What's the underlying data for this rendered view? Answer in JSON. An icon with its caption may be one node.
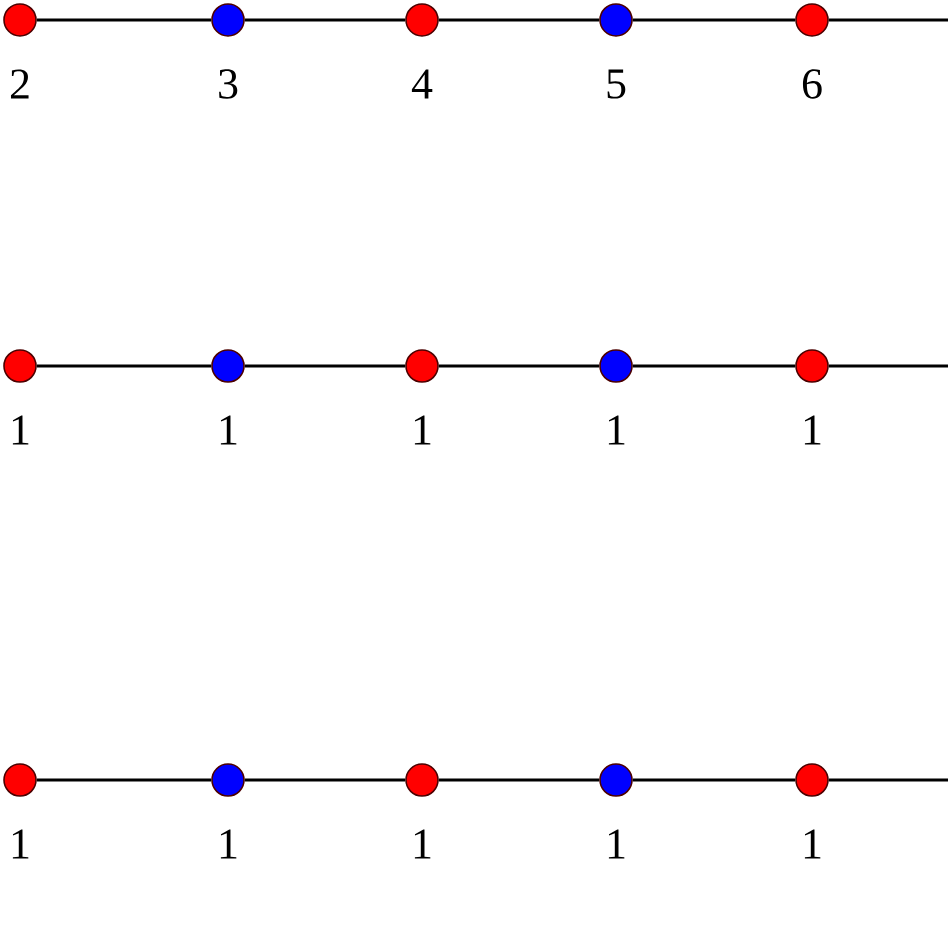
{
  "diagram": {
    "nodes": [
      {
        "text": [],
        "shape": "circle",
        "beside": [
          "2"
        ]
      },
      {
        "text": [],
        "shape": "circle",
        "beside": [
          "3"
        ]
      },
      {
        "text": [],
        "shape": "circle",
        "beside": [
          "4"
        ]
      },
      {
        "text": [],
        "shape": "circle",
        "beside": [
          "5"
        ]
      },
      {
        "text": [],
        "shape": "circle",
        "beside": [
          "6"
        ]
      },
      {
        "text": [],
        "shape": "circle",
        "beside": [
          "1"
        ]
      },
      {
        "text": [],
        "shape": "circle",
        "beside": [
          "1"
        ]
      },
      {
        "text": [],
        "shape": "circle",
        "beside": [
          "1"
        ]
      },
      {
        "text": [],
        "shape": "circle",
        "beside": [
          "1"
        ]
      },
      {
        "text": [],
        "shape": "circle",
        "beside": [
          "1"
        ]
      },
      {
        "text": [],
        "shape": "circle",
        "beside": [
          "1"
        ]
      },
      {
        "text": [],
        "shape": "circle",
        "beside": [
          "1"
        ]
      },
      {
        "text": [],
        "shape": "circle",
        "beside": [
          "1"
        ]
      },
      {
        "text": [],
        "shape": "circle",
        "beside": [
          "1"
        ]
      },
      {
        "text": [],
        "shape": "circle",
        "beside": [
          "1"
        ]
      }
    ],
    "edges": [
      {
        "from": 0,
        "to": 1,
        "arrow": "none"
      },
      {
        "from": 1,
        "to": 2,
        "arrow": "none"
      },
      {
        "from": 2,
        "to": 3,
        "arrow": "none"
      },
      {
        "from": 3,
        "to": 4,
        "arrow": "none"
      },
      {
        "from": 4,
        "to": null,
        "arrow": "none"
      },
      {
        "from": 5,
        "to": 6,
        "arrow": "none"
      },
      {
        "from": 6,
        "to": 7,
        "arrow": "none"
      },
      {
        "from": 7,
        "to": 8,
        "arrow": "none"
      },
      {
        "from": 8,
        "to": 9,
        "arrow": "none"
      },
      {
        "from": 9,
        "to": null,
        "arrow": "none"
      },
      {
        "from": 10,
        "to": 11,
        "arrow": "none"
      },
      {
        "from": 11,
        "to": 12,
        "arrow": "none"
      },
      {
        "from": 12,
        "to": 13,
        "arrow": "none"
      },
      {
        "from": 13,
        "to": 14,
        "arrow": "none"
      },
      {
        "from": 14,
        "to": null,
        "arrow": "none"
      }
    ]
  }
}
